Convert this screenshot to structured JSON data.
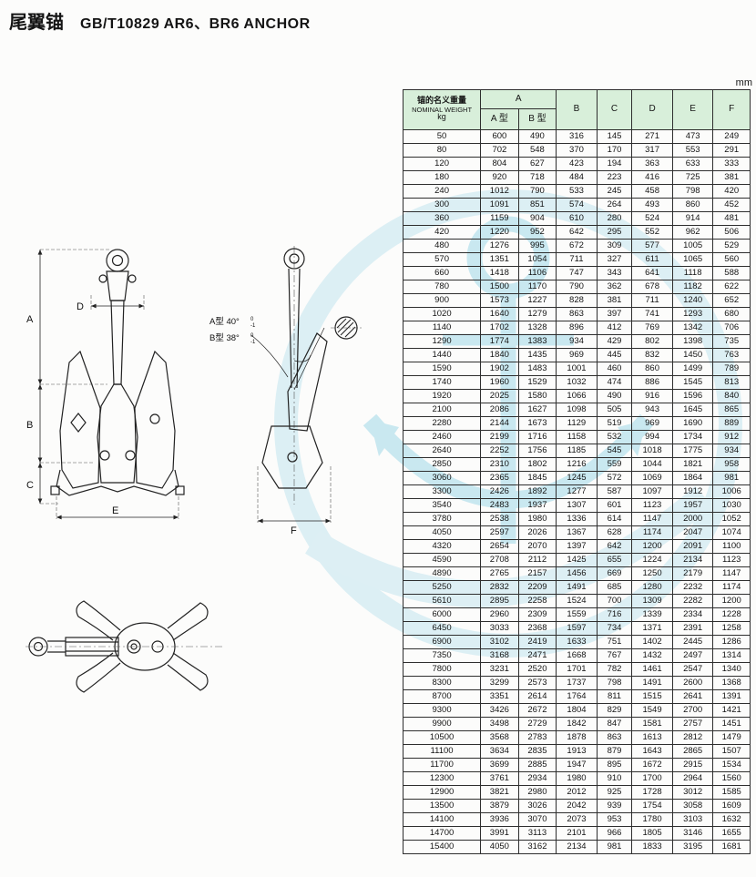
{
  "page": {
    "title_cjk": "尾翼锚",
    "title_latin": "GB/T10829  AR6、BR6 ANCHOR",
    "unit_label": "mm"
  },
  "drawing": {
    "front": {
      "dim_a": "A",
      "dim_b": "B",
      "dim_c": "C",
      "dim_d": "D",
      "dim_e": "E"
    },
    "side": {
      "angle_a": "A型 40°",
      "angle_a_tol_top": "0",
      "angle_a_tol_bot": "-1",
      "angle_b": "B型 38°",
      "angle_b_tol_top": "0",
      "angle_b_tol_bot": "-1",
      "dim_f": "F"
    }
  },
  "table": {
    "header": {
      "weight_line1": "锚的名义重量",
      "weight_line2": "NOMINAL WEIGHT",
      "weight_line3": "kg",
      "group_a": "A",
      "sub_a": "A 型",
      "sub_b": "B 型",
      "cols": [
        "B",
        "C",
        "D",
        "E",
        "F"
      ]
    },
    "rows": [
      [
        50,
        600,
        490,
        316,
        145,
        271,
        473,
        249
      ],
      [
        80,
        702,
        548,
        370,
        170,
        317,
        553,
        291
      ],
      [
        120,
        804,
        627,
        423,
        194,
        363,
        633,
        333
      ],
      [
        180,
        920,
        718,
        484,
        223,
        416,
        725,
        381
      ],
      [
        240,
        1012,
        790,
        533,
        245,
        458,
        798,
        420
      ],
      [
        300,
        1091,
        851,
        574,
        264,
        493,
        860,
        452
      ],
      [
        360,
        1159,
        904,
        610,
        280,
        524,
        914,
        481
      ],
      [
        420,
        1220,
        952,
        642,
        295,
        552,
        962,
        506
      ],
      [
        480,
        1276,
        995,
        672,
        309,
        577,
        1005,
        529
      ],
      [
        570,
        1351,
        1054,
        711,
        327,
        611,
        1065,
        560
      ],
      [
        660,
        1418,
        1106,
        747,
        343,
        641,
        1118,
        588
      ],
      [
        780,
        1500,
        1170,
        790,
        362,
        678,
        1182,
        622
      ],
      [
        900,
        1573,
        1227,
        828,
        381,
        711,
        1240,
        652
      ],
      [
        1020,
        1640,
        1279,
        863,
        397,
        741,
        1293,
        680
      ],
      [
        1140,
        1702,
        1328,
        896,
        412,
        769,
        1342,
        706
      ],
      [
        1290,
        1774,
        1383,
        934,
        429,
        802,
        1398,
        735
      ],
      [
        1440,
        1840,
        1435,
        969,
        445,
        832,
        1450,
        763
      ],
      [
        1590,
        1902,
        1483,
        1001,
        460,
        860,
        1499,
        789
      ],
      [
        1740,
        1960,
        1529,
        1032,
        474,
        886,
        1545,
        813
      ],
      [
        1920,
        2025,
        1580,
        1066,
        490,
        916,
        1596,
        840
      ],
      [
        2100,
        2086,
        1627,
        1098,
        505,
        943,
        1645,
        865
      ],
      [
        2280,
        2144,
        1673,
        1129,
        519,
        969,
        1690,
        889
      ],
      [
        2460,
        2199,
        1716,
        1158,
        532,
        994,
        1734,
        912
      ],
      [
        2640,
        2252,
        1756,
        1185,
        545,
        1018,
        1775,
        934
      ],
      [
        2850,
        2310,
        1802,
        1216,
        559,
        1044,
        1821,
        958
      ],
      [
        3060,
        2365,
        1845,
        1245,
        572,
        1069,
        1864,
        981
      ],
      [
        3300,
        2426,
        1892,
        1277,
        587,
        1097,
        1912,
        1006
      ],
      [
        3540,
        2483,
        1937,
        1307,
        601,
        1123,
        1957,
        1030
      ],
      [
        3780,
        2538,
        1980,
        1336,
        614,
        1147,
        2000,
        1052
      ],
      [
        4050,
        2597,
        2026,
        1367,
        628,
        1174,
        2047,
        1074
      ],
      [
        4320,
        2654,
        2070,
        1397,
        642,
        1200,
        2091,
        1100
      ],
      [
        4590,
        2708,
        2112,
        1425,
        655,
        1224,
        2134,
        1123
      ],
      [
        4890,
        2765,
        2157,
        1456,
        669,
        1250,
        2179,
        1147
      ],
      [
        5250,
        2832,
        2209,
        1491,
        685,
        1280,
        2232,
        1174
      ],
      [
        5610,
        2895,
        2258,
        1524,
        700,
        1309,
        2282,
        1200
      ],
      [
        6000,
        2960,
        2309,
        1559,
        716,
        1339,
        2334,
        1228
      ],
      [
        6450,
        3033,
        2368,
        1597,
        734,
        1371,
        2391,
        1258
      ],
      [
        6900,
        3102,
        2419,
        1633,
        751,
        1402,
        2445,
        1286
      ],
      [
        7350,
        3168,
        2471,
        1668,
        767,
        1432,
        2497,
        1314
      ],
      [
        7800,
        3231,
        2520,
        1701,
        782,
        1461,
        2547,
        1340
      ],
      [
        8300,
        3299,
        2573,
        1737,
        798,
        1491,
        2600,
        1368
      ],
      [
        8700,
        3351,
        2614,
        1764,
        811,
        1515,
        2641,
        1391
      ],
      [
        9300,
        3426,
        2672,
        1804,
        829,
        1549,
        2700,
        1421
      ],
      [
        9900,
        3498,
        2729,
        1842,
        847,
        1581,
        2757,
        1451
      ],
      [
        10500,
        3568,
        2783,
        1878,
        863,
        1613,
        2812,
        1479
      ],
      [
        11100,
        3634,
        2835,
        1913,
        879,
        1643,
        2865,
        1507
      ],
      [
        11700,
        3699,
        2885,
        1947,
        895,
        1672,
        2915,
        1534
      ],
      [
        12300,
        3761,
        2934,
        1980,
        910,
        1700,
        2964,
        1560
      ],
      [
        12900,
        3821,
        2980,
        2012,
        925,
        1728,
        3012,
        1585
      ],
      [
        13500,
        3879,
        3026,
        2042,
        939,
        1754,
        3058,
        1609
      ],
      [
        14100,
        3936,
        3070,
        2073,
        953,
        1780,
        3103,
        1632
      ],
      [
        14700,
        3991,
        3113,
        2101,
        966,
        1805,
        3146,
        1655
      ],
      [
        15400,
        4050,
        3162,
        2134,
        981,
        1833,
        3195,
        1681
      ]
    ]
  },
  "colors": {
    "header_bg": "#d8efda",
    "watermark": "#c6e7ef",
    "line": "#222222"
  }
}
